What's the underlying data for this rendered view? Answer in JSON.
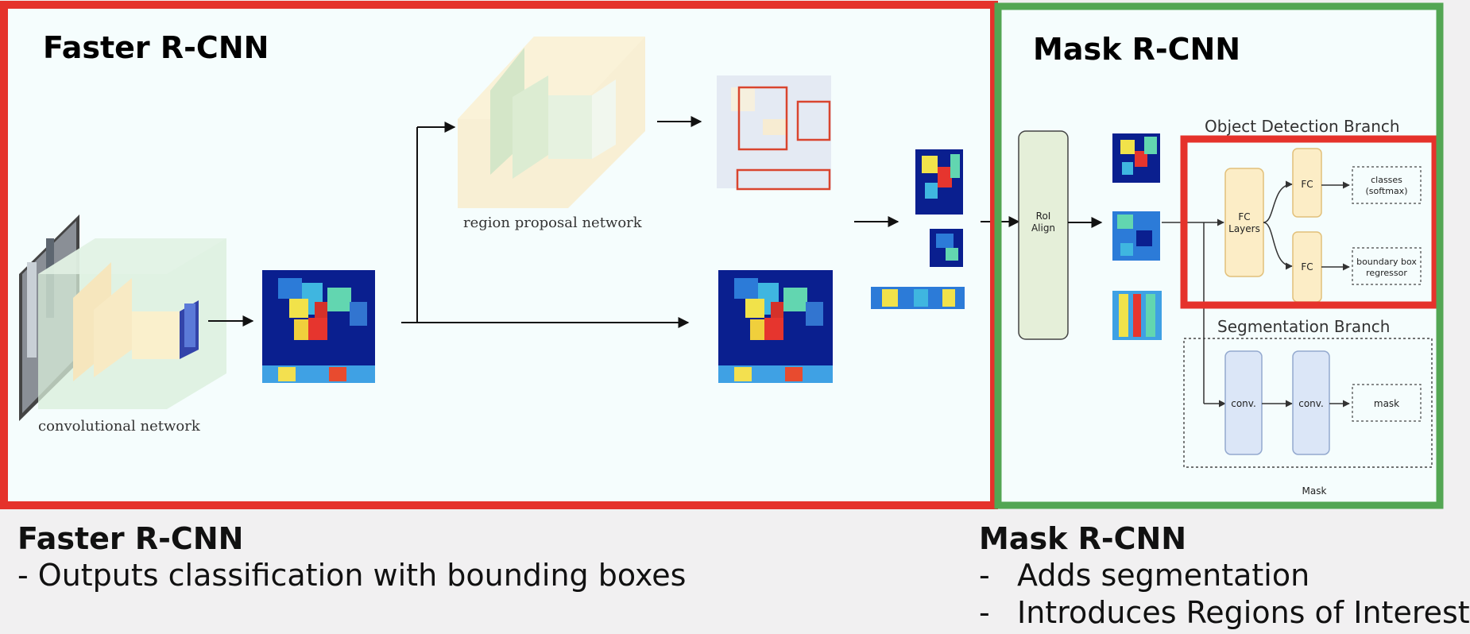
{
  "diagram": {
    "faster_title": "Faster R-CNN",
    "mask_title": "Mask R-CNN",
    "cnn_label": "convolutional network",
    "rpn_label": "region proposal network",
    "roi_label_1": "RoI",
    "roi_label_2": "Align",
    "object_branch_label": "Object Detection Branch",
    "fc_layers_1": "FC",
    "fc_layers_2": "Layers",
    "fc_a": "FC",
    "fc_b": "FC",
    "classes_1": "classes",
    "classes_2": "(softmax)",
    "bbox_1": "boundary box",
    "bbox_2": "regressor",
    "segmentation_branch_label": "Segmentation Branch",
    "conv_a": "conv.",
    "conv_b": "conv.",
    "mask_box": "mask",
    "mask_caption": "Mask",
    "colors": {
      "faster_frame": "#e5322b",
      "mask_frame": "#53a653",
      "panel_bg": "#f5fdfd"
    }
  },
  "captions": {
    "faster": {
      "heading": "Faster R-CNN",
      "bullets": [
        "- Outputs classification with bounding boxes"
      ]
    },
    "mask": {
      "heading": "Mask R-CNN",
      "bullets": [
        "Adds segmentation",
        "Introduces Regions of Interest"
      ],
      "dash": "-"
    }
  }
}
